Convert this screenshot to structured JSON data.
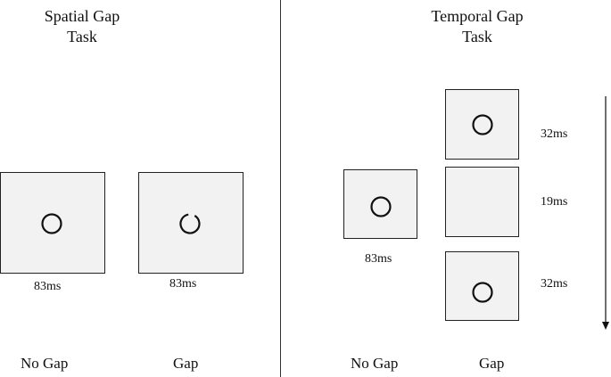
{
  "spatial": {
    "title_line1": "Spatial Gap",
    "title_line2": "Task",
    "no_gap": {
      "duration": "83ms",
      "label": "No Gap"
    },
    "gap": {
      "duration": "83ms",
      "label": "Gap"
    }
  },
  "temporal": {
    "title_line1": "Temporal Gap",
    "title_line2": "Task",
    "no_gap": {
      "duration": "83ms",
      "label": "No Gap"
    },
    "gap": {
      "label": "Gap",
      "frames": [
        {
          "duration": "32ms",
          "stimulus": "circle"
        },
        {
          "duration": "19ms",
          "stimulus": "blank"
        },
        {
          "duration": "32ms",
          "stimulus": "circle"
        }
      ]
    }
  },
  "colors": {
    "frame_fill": "#f2f2f2",
    "stroke": "#111111"
  }
}
